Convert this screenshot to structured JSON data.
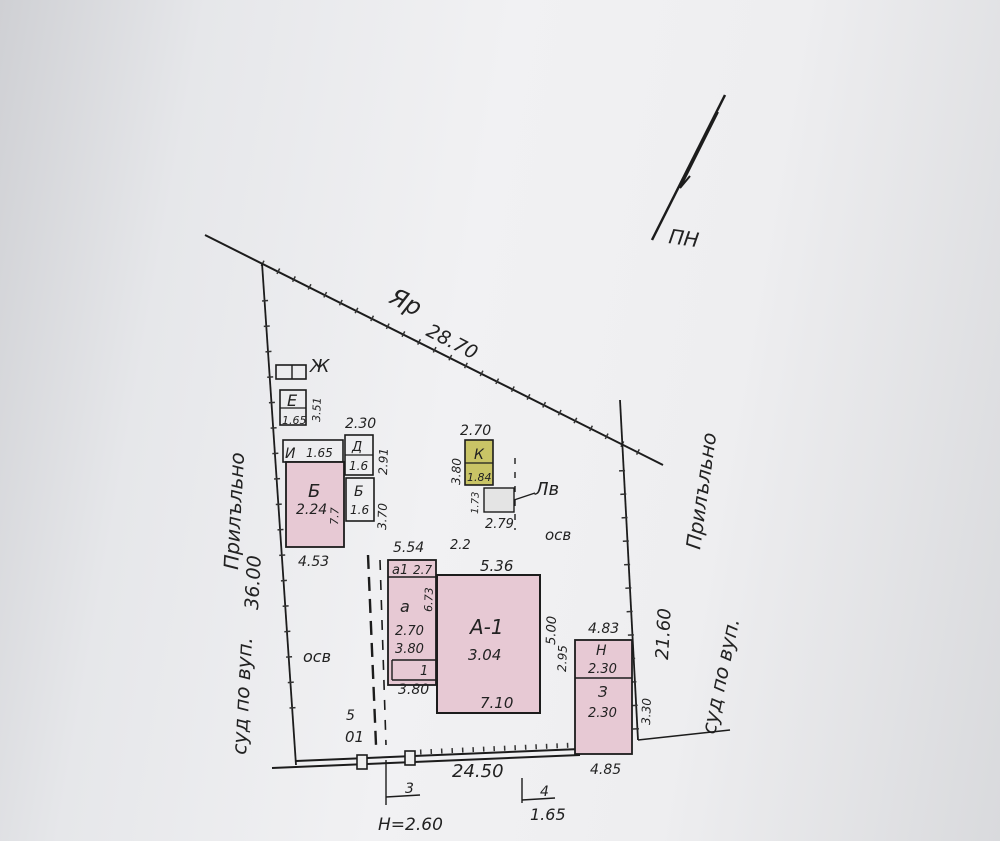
{
  "colors": {
    "ink": "#1c1c1c",
    "building_fill": "#e7c9d4",
    "shed_fill": "#c9c466",
    "paper": "#ececee"
  },
  "labels": {
    "north": "ПН",
    "street": "Яр",
    "top_length": "28.70",
    "left_side": "Прилъльнo",
    "left_neighbor": "суд по вуп.",
    "left_length": "36.00",
    "right_side": "Прилъльнo",
    "right_neighbor": "суд по вуп.",
    "right_length": "21.60",
    "bottom_length": "24.50",
    "gate_height": "Н=2.60",
    "bottom_offset": "1.65",
    "dim_3": "3",
    "dim_4": "4",
    "dim_5": "5",
    "gate_mark": "01",
    "yard_left": "осв",
    "yard_right": "осв",
    "marker_zh": "Ж",
    "marker_lv": "Лв"
  },
  "buildings": {
    "E": {
      "letter": "Е",
      "w": "1.65",
      "h": "3.51"
    },
    "I": {
      "letter": "И",
      "w": "1.65"
    },
    "D": {
      "letter": "Д",
      "top": "2.30",
      "h": "2.91",
      "w": "1.6"
    },
    "G": {
      "letter": "Б",
      "h": "3.70",
      "w": "1.6"
    },
    "B": {
      "letter": "Б",
      "area": "2.24",
      "w": "4.53",
      "h": "7.7"
    },
    "K": {
      "letter": "К",
      "top": "2.70",
      "h": "3.80",
      "w": "1.84"
    },
    "shed": {
      "w": "2.79",
      "h": "1.73"
    },
    "a1": {
      "letter": "а1",
      "w": "2.7",
      "top_left": "5.54",
      "top_mid": "2.2"
    },
    "a": {
      "letter": "а",
      "h": "6.73",
      "w": "2.70",
      "d": "3.80"
    },
    "a_small": {
      "letter": "1",
      "w": "3.80"
    },
    "A1": {
      "letter": "А-1",
      "area": "3.04",
      "top": "5.36",
      "bottom": "7.10",
      "h": "5.00",
      "h2": "2.95"
    },
    "N": {
      "letter": "Н",
      "w": "2.30",
      "top": "4.83"
    },
    "Z": {
      "letter": "З",
      "w": "2.30",
      "h": "3.30",
      "bottom": "4.85"
    }
  }
}
